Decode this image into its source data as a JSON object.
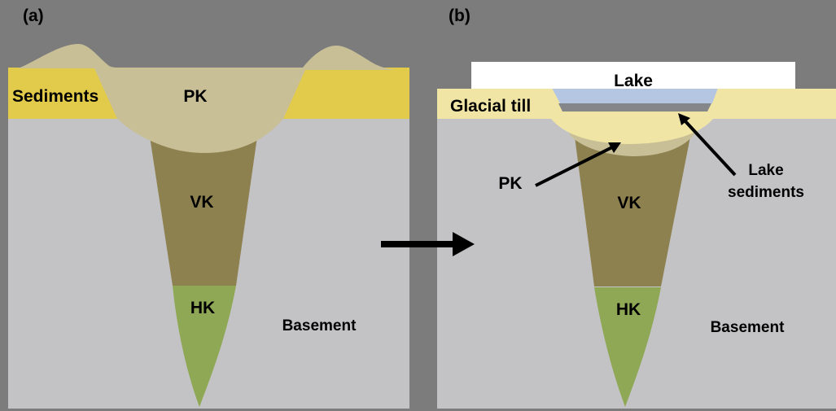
{
  "figure": {
    "description": "Two-panel geological cross-section of a kimberlite pipe, before (a) and after (b) glaciation"
  },
  "colors": {
    "canvas_bg": "#7C7C7C",
    "basement_gray": "#C3C3C5",
    "sediments_yellow": "#E2CB4A",
    "pk_tan": "#C8BF97",
    "vk_olive": "#8E8150",
    "hk_green": "#8FA855",
    "till_pale_yellow": "#F0E5A4",
    "lake_white": "#FFFFFF",
    "water_blue": "#B4C6E2",
    "lake_sediments_gray": "#84868A",
    "arrow_black": "#000000",
    "label_black": "#000000"
  },
  "panel_a": {
    "label": "(a)",
    "sediments": "Sediments",
    "pk": "PK",
    "vk": "VK",
    "hk": "HK",
    "basement": "Basement"
  },
  "panel_b": {
    "label": "(b)",
    "lake": "Lake",
    "glacial_till": "Glacial till",
    "pk": "PK",
    "vk": "VK",
    "hk": "HK",
    "basement": "Basement",
    "lake_sediments": "Lake\nsediments"
  }
}
